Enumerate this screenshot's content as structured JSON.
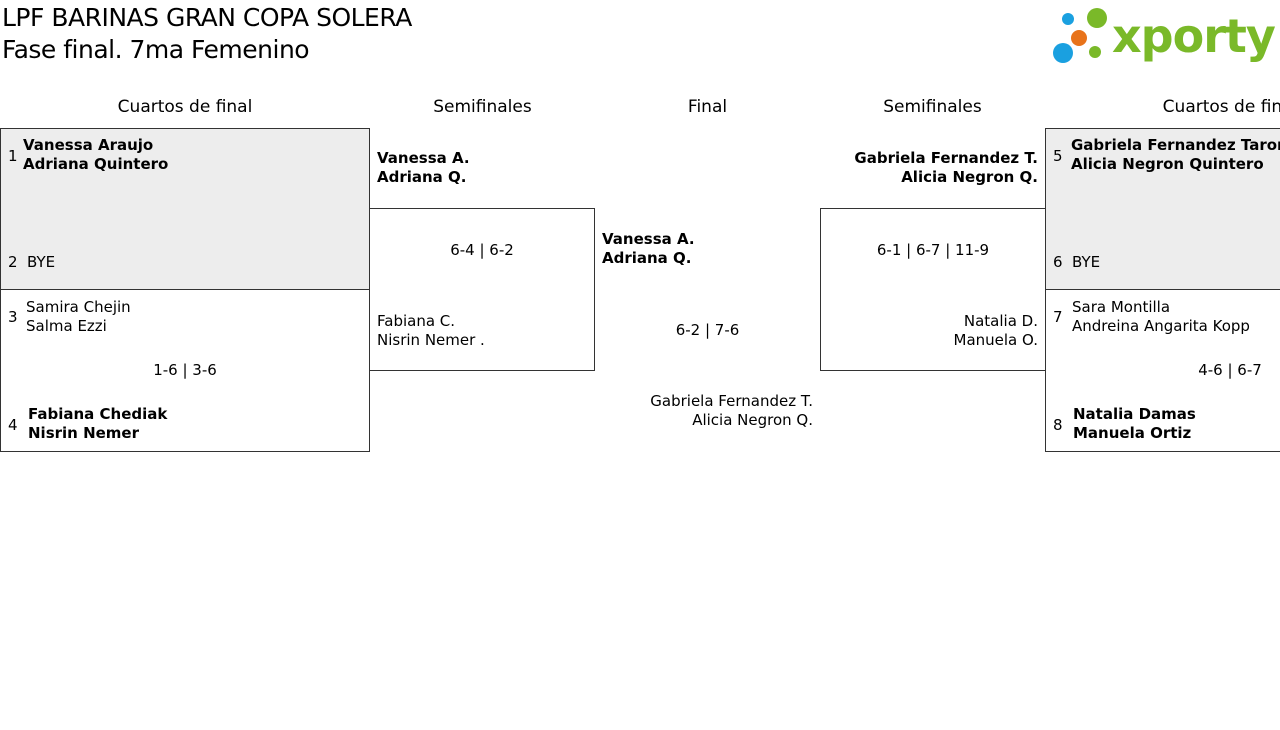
{
  "header": {
    "title_line1": "LPF BARINAS GRAN COPA SOLERA",
    "title_line2": "Fase final. 7ma Femenino",
    "logo_text": "xporty",
    "logo_colors": {
      "blue": "#1aa0e0",
      "orange": "#e8731a",
      "green": "#7ab929"
    }
  },
  "rounds": {
    "left_quarters": "Cuartos de final",
    "left_semis": "Semifinales",
    "final": "Final",
    "right_semis": "Semifinales",
    "right_quarters": "Cuartos de final"
  },
  "left_qf": [
    {
      "seed1": "1",
      "p1a": "Vanessa Araujo",
      "p1b": "Adriana Quintero",
      "seed2": "2",
      "p2": "BYE"
    },
    {
      "seed1": "3",
      "p1a": "Samira Chejin",
      "p1b": "Salma Ezzi",
      "score": "1-6 | 3-6",
      "seed2": "4",
      "p2a": "Fabiana Chediak",
      "p2b": "Nisrin Nemer"
    }
  ],
  "right_qf": [
    {
      "seed1": "5",
      "p1a": "Gabriela Fernandez Taronna",
      "p1b": "Alicia Negron Quintero",
      "seed2": "6",
      "p2": "BYE"
    },
    {
      "seed1": "7",
      "p1a": "Sara Montilla",
      "p1b": "Andreina Angarita Kopp",
      "score": "4-6 | 6-7",
      "seed2": "8",
      "p2a": "Natalia Damas",
      "p2b": "Manuela Ortiz"
    }
  ],
  "left_sf": {
    "top_a": "Vanessa A.",
    "top_b": "Adriana Q.",
    "score": "6-4 | 6-2",
    "bot_a": "Fabiana C.",
    "bot_b": "Nisrin Nemer ."
  },
  "right_sf": {
    "top_a": "Gabriela Fernandez T.",
    "top_b": "Alicia Negron Q.",
    "score": "6-1 | 6-7 | 11-9",
    "bot_a": "Natalia D.",
    "bot_b": "Manuela O."
  },
  "final": {
    "top_a": "Vanessa A.",
    "top_b": "Adriana Q.",
    "score": "6-2 | 7-6",
    "bot_a": "Gabriela Fernandez T.",
    "bot_b": "Alicia Negron Q."
  }
}
